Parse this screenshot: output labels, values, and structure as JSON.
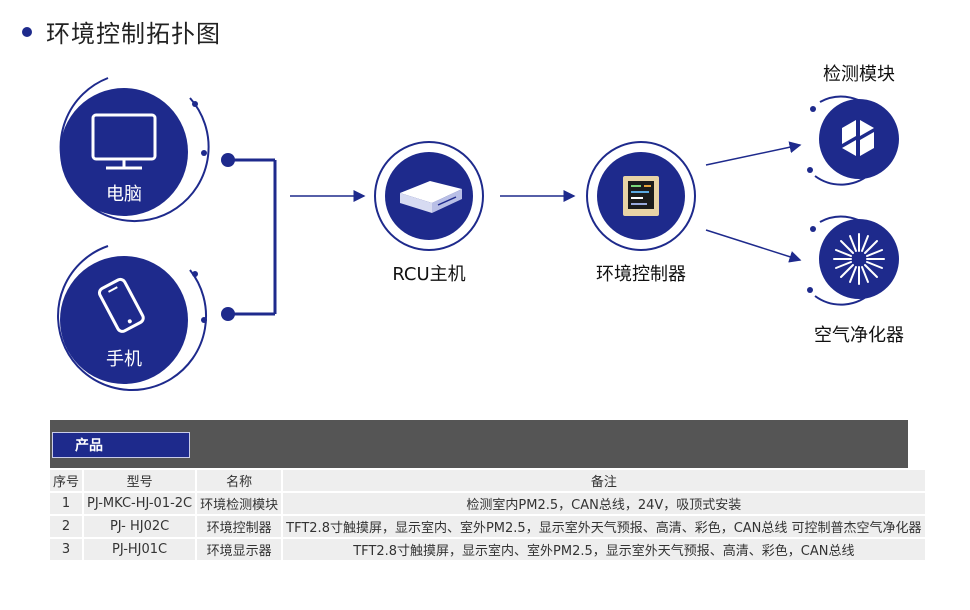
{
  "page_title": "环境控制拓扑图",
  "nodes": {
    "pc": "电脑",
    "phone": "手机",
    "rcu": "RCU主机",
    "env_controller": "环境控制器",
    "detector": "检测模块",
    "purifier": "空气净化器"
  },
  "table": {
    "tab_label": "产品",
    "headers": [
      "序号",
      "型号",
      "名称",
      "备注"
    ],
    "rows": [
      [
        "1",
        "PJ-MKC-HJ-01-2C",
        "环境检测模块",
        "检测室内PM2.5，CAN总线，24V，吸顶式安装"
      ],
      [
        "2",
        "PJ- HJ02C",
        "环境控制器",
        "TFT2.8寸触摸屏，显示室内、室外PM2.5，显示室外天气预报、高清、彩色，CAN总线   可控制普杰空气净化器"
      ],
      [
        "3",
        "PJ-HJ01C",
        "环境显示器",
        "TFT2.8寸触摸屏，显示室内、室外PM2.5，显示室外天气预报、高清、彩色，CAN总线"
      ]
    ]
  },
  "colors": {
    "accent": "#1e2a8c",
    "table_header_bg": "#555555",
    "row_bg": "#eeeeee"
  },
  "icons": [
    "monitor-icon",
    "smartphone-icon",
    "router-icon",
    "thermostat-icon",
    "sensor-cube-icon",
    "purifier-fan-icon"
  ]
}
